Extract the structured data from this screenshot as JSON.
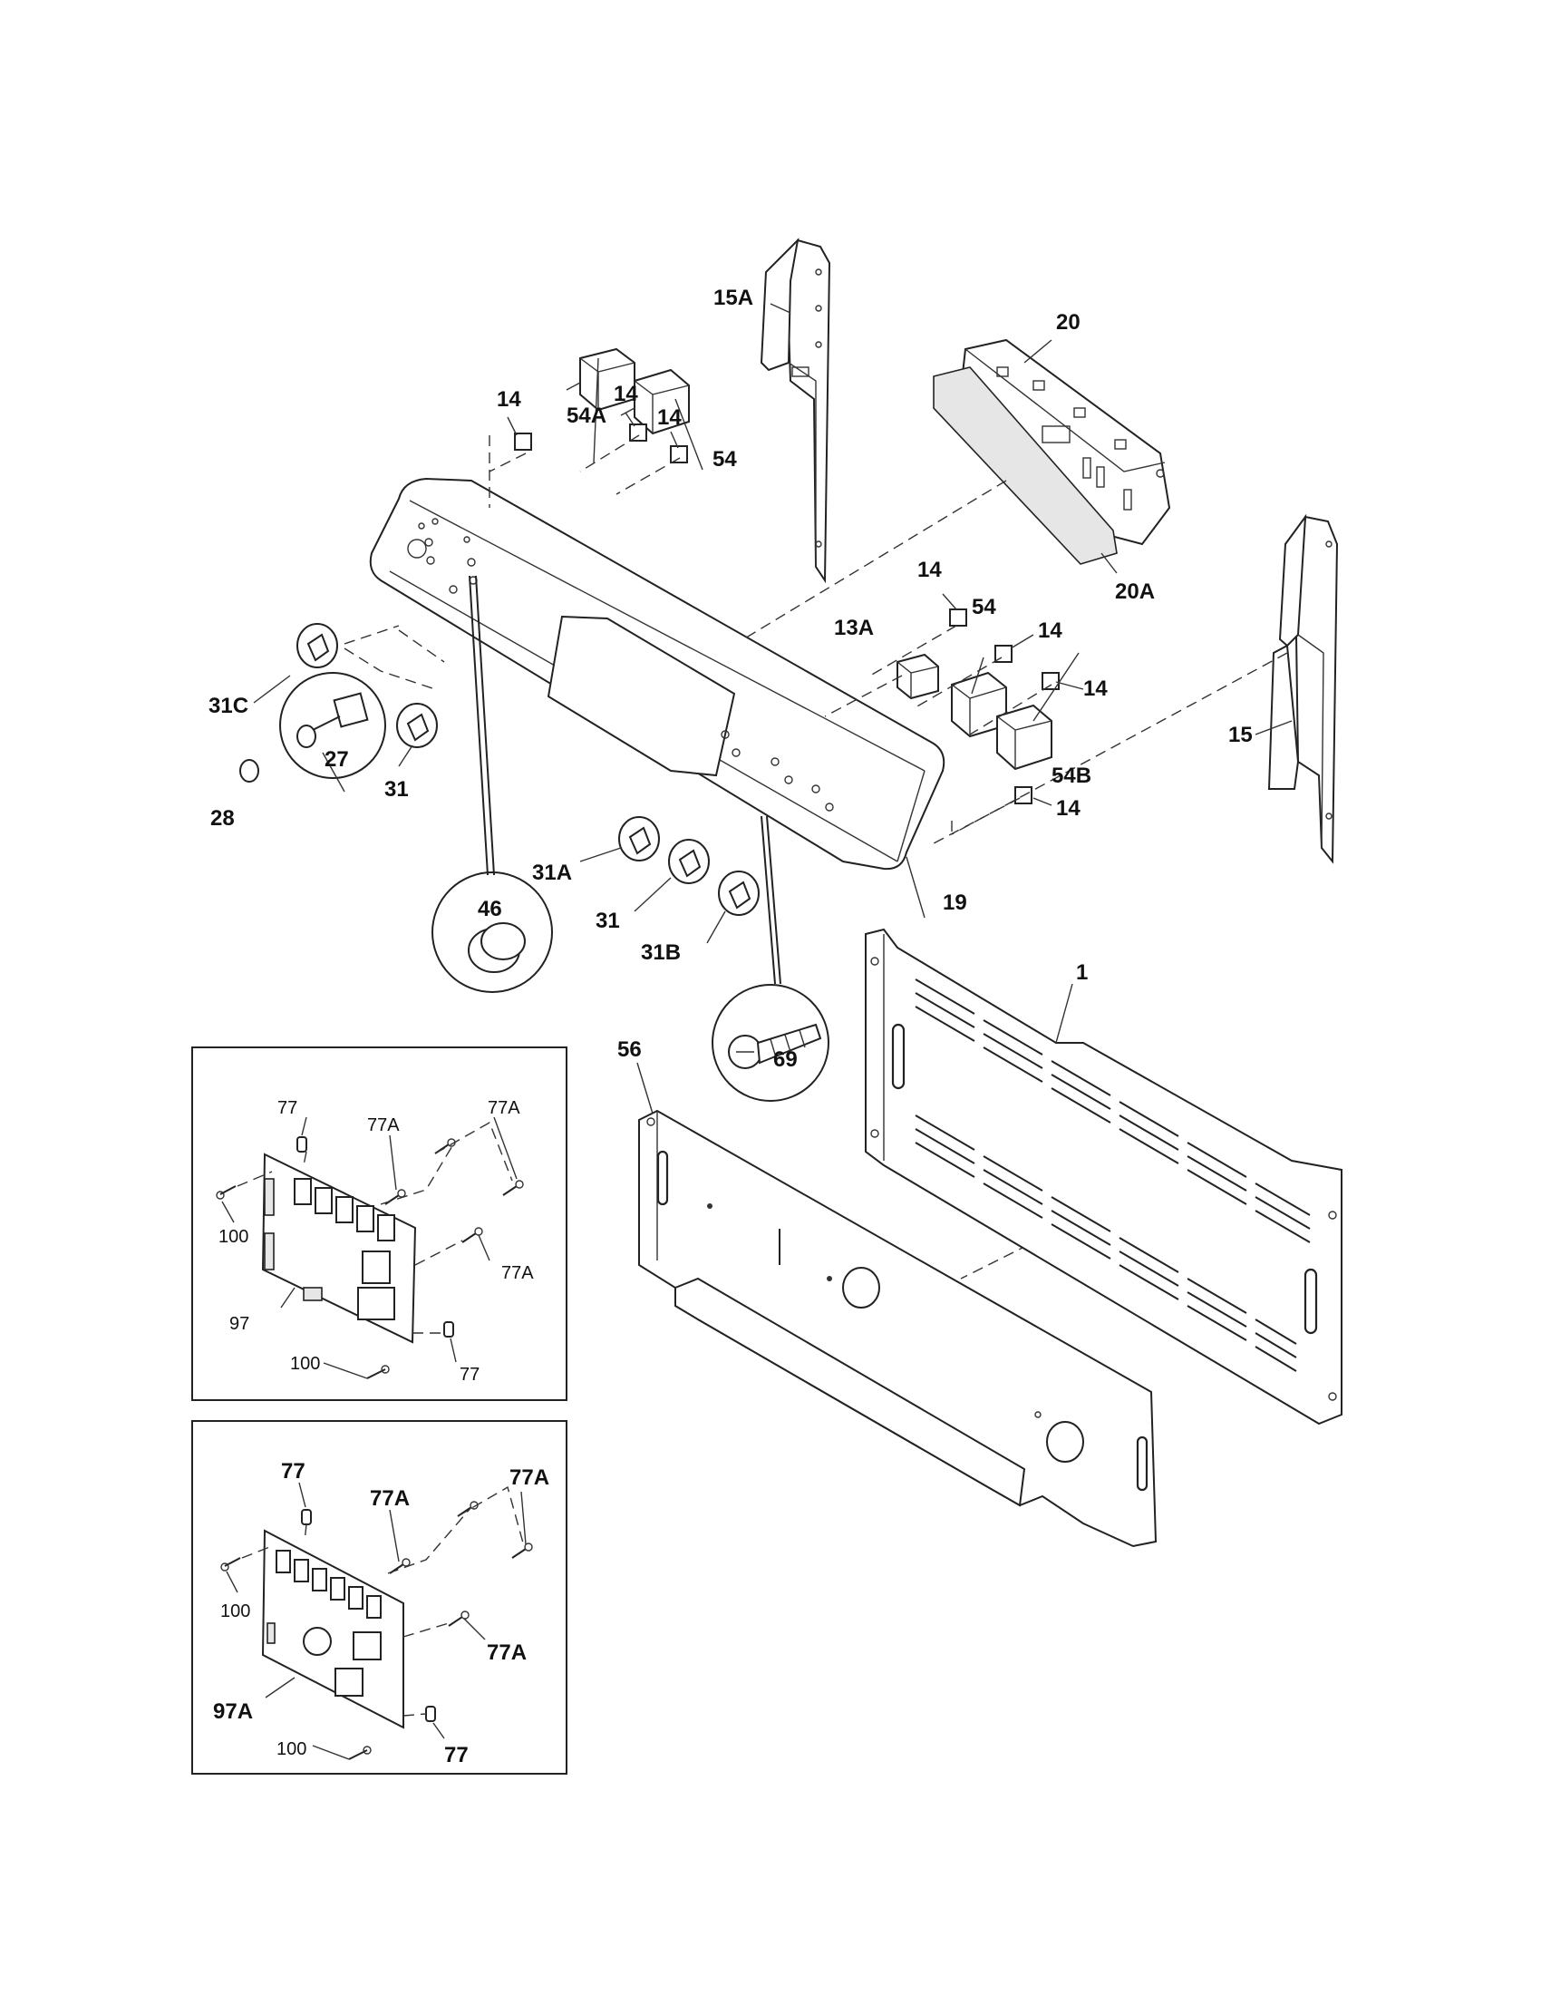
{
  "labels": {
    "p15A": "15A",
    "p20": "20",
    "p20A": "20A",
    "p15": "15",
    "p14_a": "14",
    "p14_b": "14",
    "p14_c": "14",
    "p54A": "54A",
    "p54_a": "54",
    "p14_d": "14",
    "p54_b": "54",
    "p13A": "13A",
    "p14_e": "14",
    "p14_f": "14",
    "p54B": "54B",
    "p14_g": "14",
    "p31C": "31C",
    "p27": "27",
    "p28": "28",
    "p31_a": "31",
    "p31A": "31A",
    "p31_b": "31",
    "p31B": "31B",
    "p19": "19",
    "p46": "46",
    "p69": "69",
    "p1": "1",
    "p56": "56",
    "i1_77_top": "77",
    "i1_77A_a": "77A",
    "i1_77A_b": "77A",
    "i1_77A_c": "77A",
    "i1_100_a": "100",
    "i1_97": "97",
    "i1_100_b": "100",
    "i1_77_bottom": "77",
    "i2_77_top": "77",
    "i2_77A_a": "77A",
    "i2_77A_b": "77A",
    "i2_77A_c": "77A",
    "i2_100_a": "100",
    "i2_97A": "97A",
    "i2_100_b": "100",
    "i2_77_bottom": "77"
  }
}
